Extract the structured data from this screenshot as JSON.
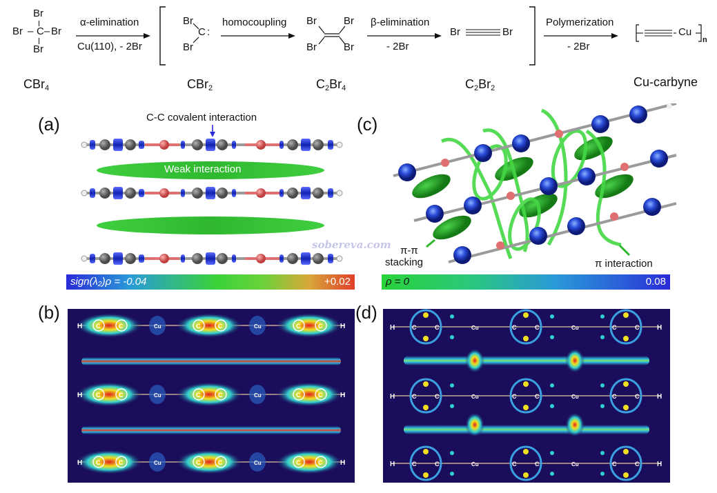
{
  "scheme": {
    "reactant": {
      "center": "C",
      "top": "Br",
      "left": "Br",
      "right": "Br",
      "bottom": "Br",
      "name": "CBr",
      "sub": "4"
    },
    "arrow1": {
      "top": "α-elimination",
      "bottom": "Cu(110), - 2Br"
    },
    "carbene": {
      "center": "C",
      "colon": ":",
      "top": "Br",
      "bottom": "Br",
      "name": "CBr",
      "sub": "2"
    },
    "arrow2": {
      "top": "homocoupling"
    },
    "alkene": {
      "tl": "Br",
      "tr": "Br",
      "bl": "Br",
      "br": "Br",
      "name_pre": "C",
      "sub1": "2",
      "name_mid": "Br",
      "sub2": "4"
    },
    "arrow3": {
      "top": "β-elimination",
      "bottom": "- 2Br"
    },
    "alkyne": {
      "left": "Br",
      "right": "Br",
      "name_pre": "C",
      "sub1": "2",
      "name_mid": "Br",
      "sub2": "2"
    },
    "arrow4": {
      "top": "Polymerization",
      "bottom": "- 2Br"
    },
    "polymer": {
      "unit": "Cu",
      "n": "n",
      "name": "Cu-carbyne"
    }
  },
  "panels": {
    "a": {
      "label": "(a)",
      "annotation": "C-C covalent interaction",
      "weak": "Weak interaction",
      "scale_left": "sign(λ₂)ρ = -0.04",
      "scale_right": "+0.02"
    },
    "b": {
      "label": "(b)",
      "atoms_row": [
        "H",
        "C",
        "C",
        "Cu",
        "C",
        "C",
        "Cu",
        "C",
        "C",
        "H"
      ]
    },
    "c": {
      "label": "(c)",
      "pi_pi": "π-π",
      "stacking": "stacking",
      "pi_interaction": "π interaction",
      "scale_left": "ρ = 0",
      "scale_right": "0.08"
    },
    "d": {
      "label": "(d)",
      "atoms_row": [
        "H",
        "C",
        "C",
        "Cu",
        "C",
        "C",
        "Cu",
        "C",
        "C",
        "H"
      ]
    }
  },
  "watermark": "sobereva.com",
  "colors": {
    "bond_red": "#e07070",
    "carbon": "#7a7a7a",
    "blue_lobe": "#1f2fcf",
    "green_surface": "#33c233",
    "dark_bg": "#1a0d5c"
  }
}
